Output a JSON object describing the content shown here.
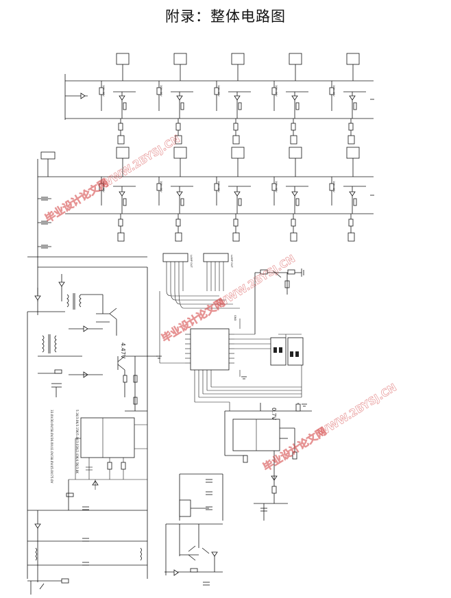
{
  "page": {
    "title": "附录：整体电路图"
  },
  "schematic": {
    "voltages": {
      "v47": "4.47V",
      "v07": "0.7V"
    },
    "freq_note": "5.1K/3.0K/3.15K/5.4K/3.01K/2.43K/4.5K/3.8K",
    "range_note": "33.0V/30.6V/58.0V/36.0V/41.0V/38.0V/45.0V/75.0V",
    "connectors": {
      "lamp_out_1": "LAMP OUT",
      "lamp_out_2": "LAMP OUT",
      "gnd": "GND"
    }
  },
  "watermarks": [
    "毕业设计论文网",
    "WWW.2BYSJ.CN"
  ],
  "colors": {
    "line": "#111111",
    "watermark": "#d23b3b"
  }
}
